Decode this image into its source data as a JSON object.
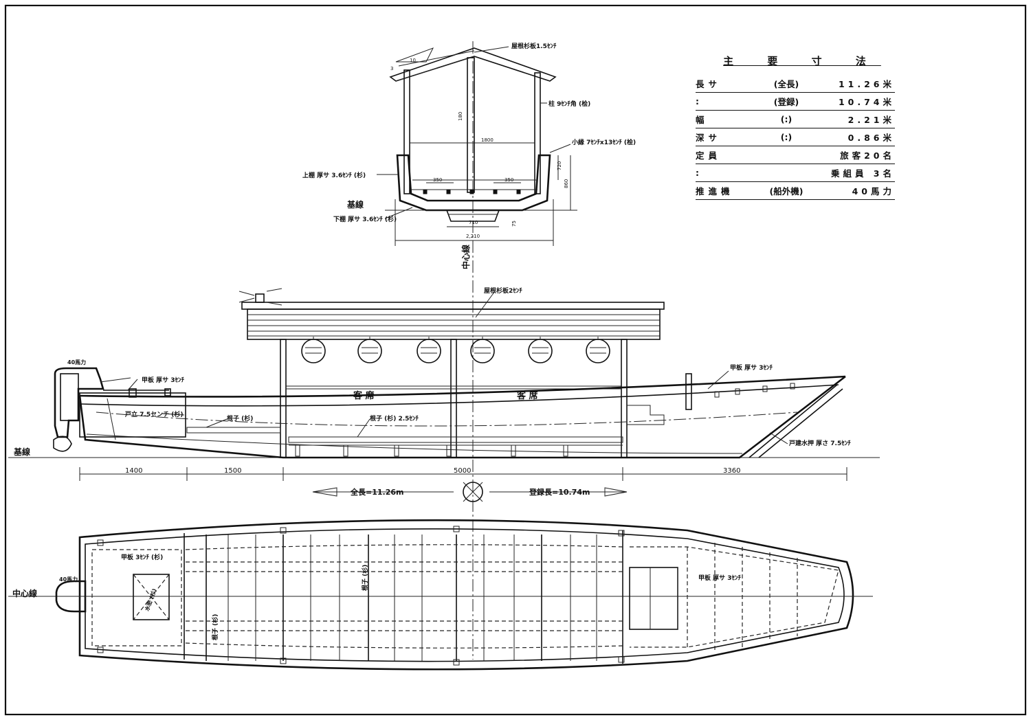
{
  "specs": {
    "title": "主 要 寸 法",
    "rows": [
      {
        "label": "長サ",
        "note": "(全長)",
        "value": "11.26米"
      },
      {
        "label": ":",
        "note": "(登録)",
        "value": "10.74米"
      },
      {
        "label": "幅",
        "note": "(:)",
        "value": "2.21米"
      },
      {
        "label": "深サ",
        "note": "(:)",
        "value": "0.86米"
      },
      {
        "label": "定員",
        "note": "",
        "value": "旅客20名"
      },
      {
        "label": ":",
        "note": "",
        "value": "乗組員 3名"
      },
      {
        "label": "推進機",
        "note": "(船外機)",
        "value": "40馬力"
      }
    ]
  },
  "section": {
    "roof": "屋根杉板1.5ｾﾝﾁ",
    "post": "柱 9ｾﾝﾁ角 (桧)",
    "gunwale": "小縁 7ｾﾝﾁx13ｾﾝﾁ (桧)",
    "upper_plank": "上棚 厚サ 3.6ｾﾝﾁ (杉)",
    "lower_plank": "下棚 厚サ 3.6ｾﾝﾁ (杉)",
    "baseline": "基線",
    "centerline": "中心線",
    "dim_height": "180",
    "dim_inner": "1800",
    "dim_side": "720",
    "dim_depth": "860",
    "dim_350a": "350",
    "dim_350b": "350",
    "dim_bottom": "710",
    "dim_beam": "2,210",
    "dim_75": "75",
    "dim_10": "10",
    "dim_3": "3"
  },
  "profile": {
    "engine": "40馬力",
    "deck_aft": "甲板 厚サ 3ｾﾝﾁ",
    "transom": "戸立 7.5センチ (杉)",
    "floor_aft": "根子 (杉)",
    "floor_mid": "根子 (杉) 2.5ｾﾝﾁ",
    "roof": "屋根杉板2ｾﾝﾁ",
    "cabin_left": "客 席",
    "cabin_right": "客 席",
    "deck_fwd": "甲板 厚サ 3ｾﾝﾁ",
    "stem": "戸建水押 厚さ 7.5ｾﾝﾁ",
    "baseline": "基線",
    "centerline_v": "中心線",
    "dims": [
      "1400",
      "1500",
      "5000",
      "3360"
    ],
    "loa": "全長=11.26m",
    "reg_len": "登録長=10.74m"
  },
  "plan": {
    "engine": "40馬力",
    "deck_aft": "甲板 3ｾﾝﾁ (杉)",
    "deck_fwd": "甲板 厚サ 3ｾﾝﾁ",
    "floor_a": "根子 (杉)",
    "floor_b": "根子 (杉)",
    "centerline": "中心線",
    "hatch": "水密 (杉)"
  }
}
